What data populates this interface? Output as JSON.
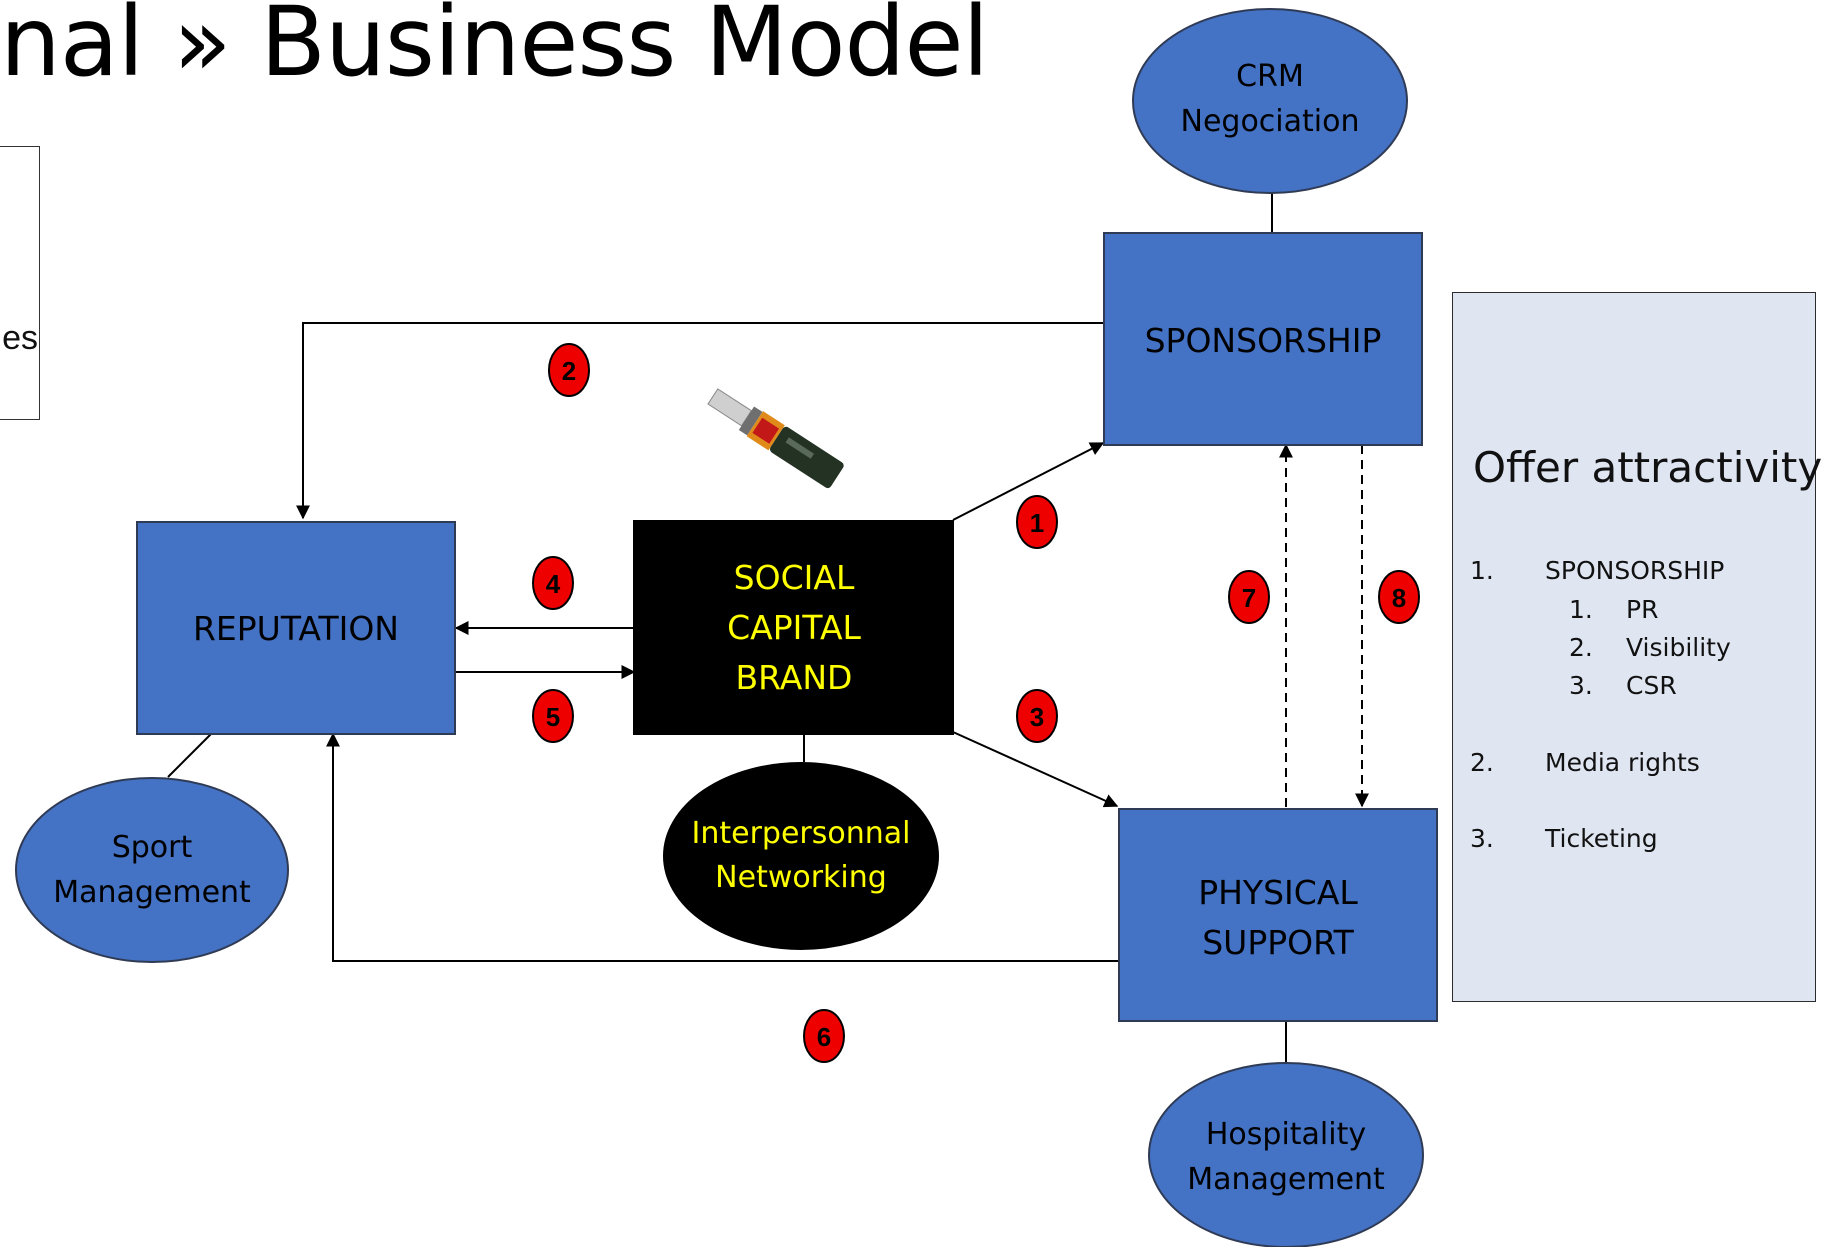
{
  "title": "nal » Business Model",
  "left_box_text": "es",
  "nodes": {
    "sponsorship": "SPONSORSHIP",
    "reputation": "REPUTATION",
    "social_capital": [
      "SOCIAL",
      "CAPITAL",
      "BRAND"
    ],
    "physical_support": [
      "PHYSICAL",
      "SUPPORT"
    ],
    "crm": [
      "CRM",
      "Negociation"
    ],
    "sport_management": [
      "Sport",
      "Management"
    ],
    "interpersonnal": [
      "Interpersonnal",
      "Networking"
    ],
    "hospitality": [
      "Hospitality",
      "Management"
    ]
  },
  "badges": [
    "1",
    "2",
    "3",
    "4",
    "5",
    "6",
    "7",
    "8"
  ],
  "offer": {
    "title": "Offer attractivity",
    "items": [
      {
        "num": "1.",
        "label": "SPONSORSHIP",
        "sub": [
          {
            "num": "1.",
            "label": "PR"
          },
          {
            "num": "2.",
            "label": "Visibility"
          },
          {
            "num": "3.",
            "label": "CSR"
          }
        ]
      },
      {
        "num": "2.",
        "label": "Media rights"
      },
      {
        "num": "3.",
        "label": "Ticketing"
      }
    ]
  },
  "colors": {
    "box_blue": "#4472c4",
    "badge_red": "#ee0000",
    "yellow_text": "#ffff00",
    "offer_bg": "#dfe6f2"
  },
  "icons": {
    "glue_tube": "superglue-tube-image"
  }
}
